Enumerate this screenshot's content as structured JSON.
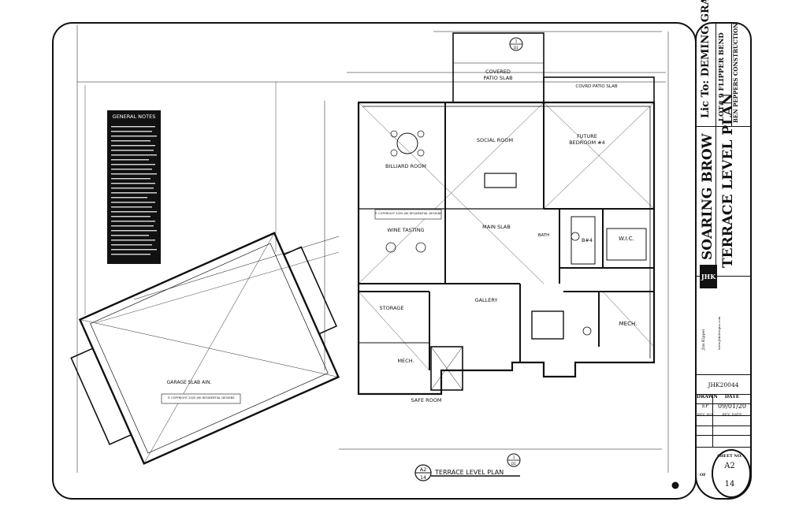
{
  "notes": {
    "general_title": "GENERAL NOTES",
    "copyright_1": "© COPYRIGHT 2020 JHK RESIDENTIAL DESIGNS",
    "copyright_2": "© COPYRIGHT 2020 JHK RESIDENTIAL DESIGNS",
    "garage_slab": "GARAGE SLAB AIN."
  },
  "rooms": {
    "covered_patio": "COVERED",
    "covered_patio_2": "PATIO SLAB",
    "covrd_patio": "COVRD PATIO SLAB",
    "social_room": "SOCIAL ROOM",
    "billiard_room": "BILLIARD ROOM",
    "future_bedroom": "FUTURE",
    "future_bedroom_2": "BEDROOM #4",
    "wine_tasting": "WINE TASTING",
    "main_slab": "MAIN SLAB",
    "bath": "BATH",
    "b4": "B#4",
    "wic": "W.I.C.",
    "storage": "STORAGE",
    "gallery": "GALLERY",
    "mech_1": "MECH.",
    "mech_2": "MECH.",
    "safe_room": "SAFE ROOM"
  },
  "callouts": {
    "a2": "A2",
    "sheet_ref": "14",
    "plan_title": "TERRACE LEVEL PLAN",
    "d1_top": "D1",
    "d1_bottom": "D1",
    "one_top": "1",
    "one_bottom": "1"
  },
  "title_block": {
    "lic_to": "Lic To: DEMING GRAY",
    "lot": "LOT# 9 FLIPPER BEND",
    "builder": "BEN PEPPERS CONSTRUCTION",
    "project": "SOARING BROW",
    "sheet_title": "TERRACE LEVEL PLAN",
    "logo": "JHK",
    "designer": "Jim Kippel",
    "website": "www.jhkdesigns.com",
    "job_no": "JHK20044",
    "drawn_label": "DRAWN",
    "date_label": "DATE",
    "drawn_value": "EP",
    "date_value": "09/01/20",
    "rev_no_label": "REV. NO.",
    "rev_date_label": "REV. DATE",
    "sheet_no_label": "SHEET NO.",
    "sheet_no": "A2",
    "of_label": "OF",
    "sheet_total": "14"
  }
}
